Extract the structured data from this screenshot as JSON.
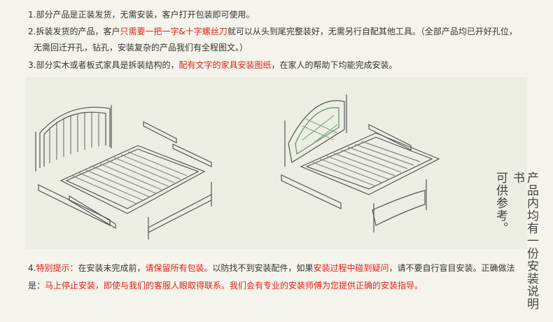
{
  "notes": {
    "n1": "1.部分产品是正装发货，无需安装，客户打开包装即可使用。",
    "n2_a": "2.拆装发货的产品，客户",
    "n2_red": "只需要一把一字&十字螺丝刀",
    "n2_b": "就可以从头到尾完整装好，无需另行自配其他工具。（全部产品均已开好孔位，",
    "n2_c": "无需回迁开孔，钻孔，安装复杂的产品我们有全程图文。）",
    "n3_a": "3.部分实木或者板式家具是拆装结构的，",
    "n3_red": "配有文字的家具安装图纸",
    "n3_b": "，在家人的帮助下均能完成安装。"
  },
  "illustration": {
    "side_note_col1": "产品内均有一份安装说明书",
    "side_note_col2": "可供参考。"
  },
  "tip": {
    "label": "4.",
    "label_red": "特别提示：",
    "t1": "在安装未完成前，",
    "t1_red": "请保留所有包装。",
    "t2": "以防找不到安装配件，如果",
    "t2_red": "安装过程中碰到疑问",
    "t3": "，请不要自行盲目安装。正确做法",
    "t4": "是：",
    "t4_red": "马上停止安装，即使与我们的客服人眼取得联系。我们会有专业的安装师傅为您提供正确的安装指导。"
  },
  "colors": {
    "accent_red": "#e0201a",
    "text": "#333333",
    "background": "#f4f4ec"
  }
}
